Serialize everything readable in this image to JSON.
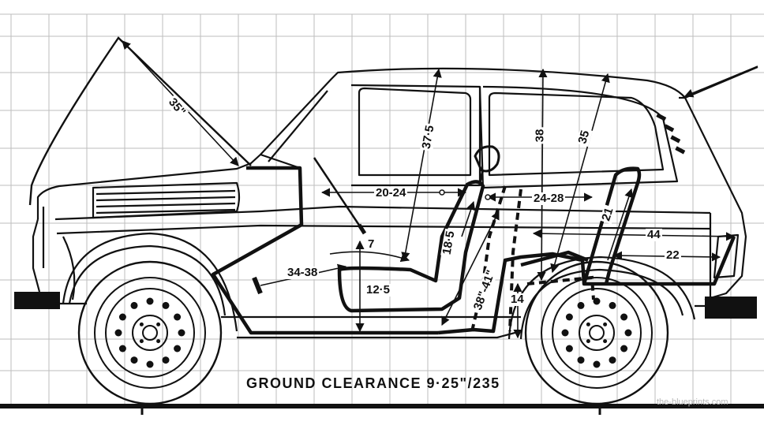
{
  "caption": "GROUND CLEARANCE 9·25\"/235",
  "watermark": "the-blueprints.com",
  "dimensions": {
    "bonnet_opening": "35\"",
    "headroom_front": "37·5",
    "headroom_mid": "38",
    "headroom_rear": "35",
    "front_legroom": "20-24",
    "rear_legroom": "24-28",
    "pedal_reach": "34-38",
    "seat_depth_front": "7",
    "seat_height_front": "12·5",
    "backrest_front": "18·5",
    "backrest_rear": "21",
    "rear_knee": "38\"-41\"",
    "floor_to_cushion": "14",
    "load_length_upper": "44",
    "load_length_lower": "22"
  }
}
